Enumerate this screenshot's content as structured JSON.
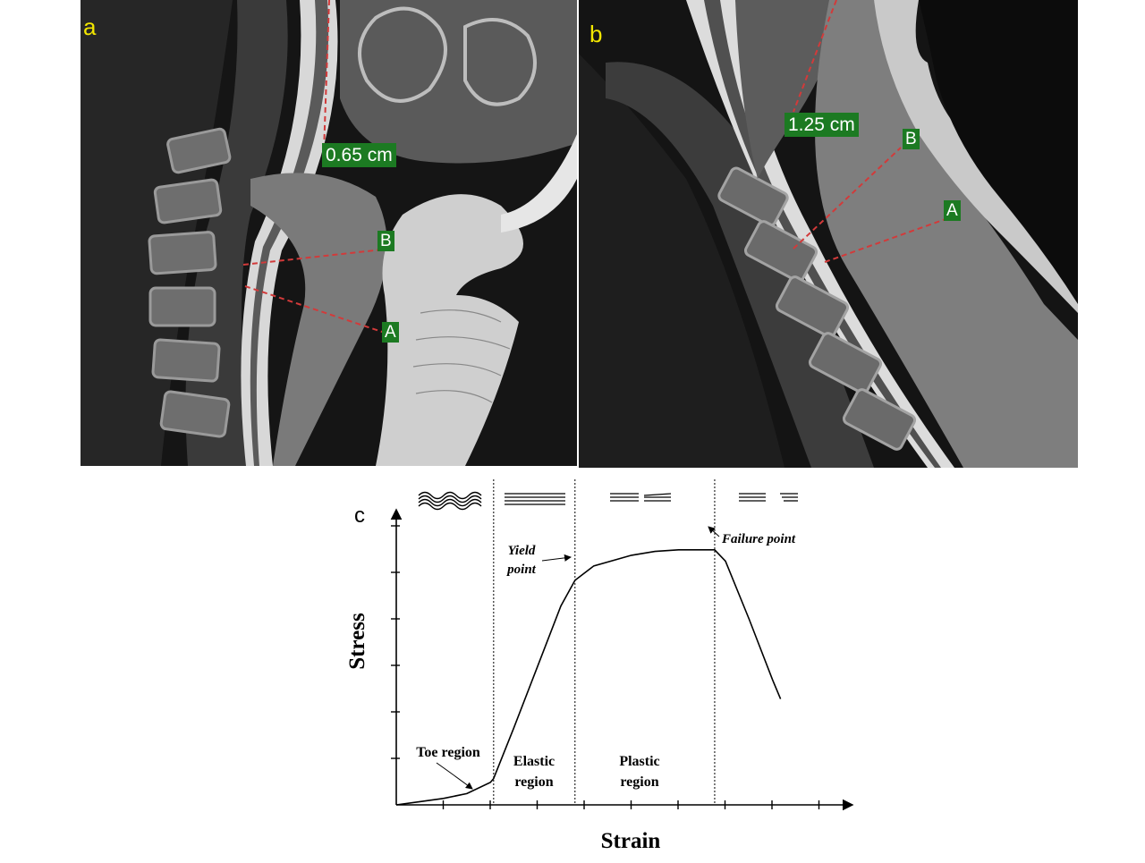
{
  "panel_a": {
    "letter": "a",
    "measurement": "0.65 cm",
    "point_b": "B",
    "point_a": "A"
  },
  "panel_b": {
    "letter": "b",
    "measurement": "1.25 cm",
    "point_b": "B",
    "point_a": "A"
  },
  "panel_c": {
    "letter": "c"
  },
  "colors": {
    "panel_letter": "#f2e600",
    "label_bg": "#1c7a22",
    "measure_line": "#d23a3a"
  },
  "chart_data": {
    "type": "line",
    "xlabel": "Strain",
    "ylabel": "Stress",
    "regions": [
      "Toe region",
      "Elastic region",
      "Plastic region"
    ],
    "region_labels": {
      "toe": "Toe region",
      "elastic_1": "Elastic",
      "elastic_2": "region",
      "plastic_1": "Plastic",
      "plastic_2": "region"
    },
    "annotations": {
      "yield_1": "Yield",
      "yield_2": "point",
      "failure": "Failure point"
    },
    "x": [
      0,
      0.5,
      1.0,
      1.5,
      2.0,
      2.07,
      2.5,
      3.0,
      3.5,
      3.8,
      4.2,
      5.0,
      5.5,
      6.0,
      6.5,
      6.77,
      7.0,
      7.5,
      8.0,
      8.17
    ],
    "y": [
      0,
      0.1,
      0.2,
      0.35,
      0.7,
      0.82,
      2.4,
      4.3,
      6.2,
      7.0,
      7.45,
      7.78,
      7.9,
      7.95,
      7.95,
      7.95,
      7.6,
      5.8,
      3.9,
      3.3
    ],
    "region_bounds": [
      2.07,
      3.8,
      6.77
    ],
    "x_ticks": 9,
    "y_ticks": 6,
    "xlim": [
      0,
      9.7
    ],
    "ylim": [
      0,
      9.2
    ]
  }
}
